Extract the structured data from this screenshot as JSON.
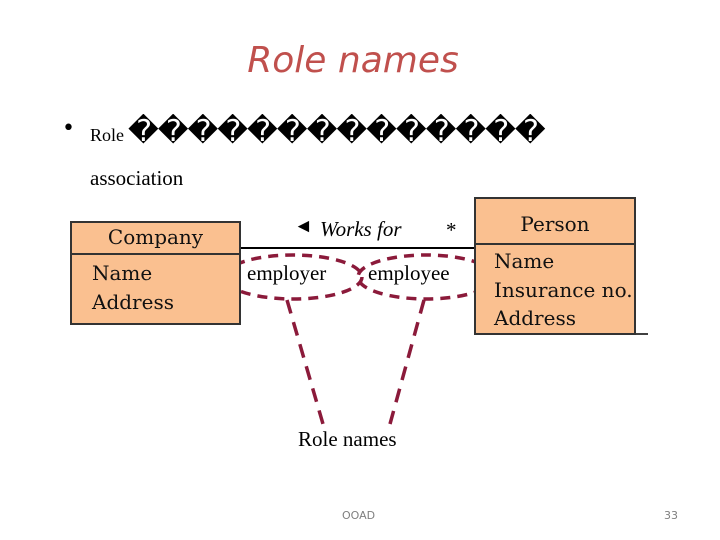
{
  "title": "Role names",
  "bullet": {
    "role_word": "Role",
    "garbled_text": "��������������",
    "line2": "association"
  },
  "company": {
    "name": "Company",
    "attributes": [
      "Name",
      "Address"
    ]
  },
  "person": {
    "name": "Person",
    "attributes": [
      "Name",
      "Insurance no.",
      "Address"
    ]
  },
  "association": {
    "direction_arrow": "◄",
    "label": "Works for",
    "multiplicity": "*",
    "role_left": "employer",
    "role_right": "employee"
  },
  "callout_label": "Role names",
  "footer": {
    "course": "OOAD",
    "page_number": "33"
  },
  "colors": {
    "title": "#c0504d",
    "class_fill": "#fac090",
    "callout": "#8b1a3a"
  }
}
